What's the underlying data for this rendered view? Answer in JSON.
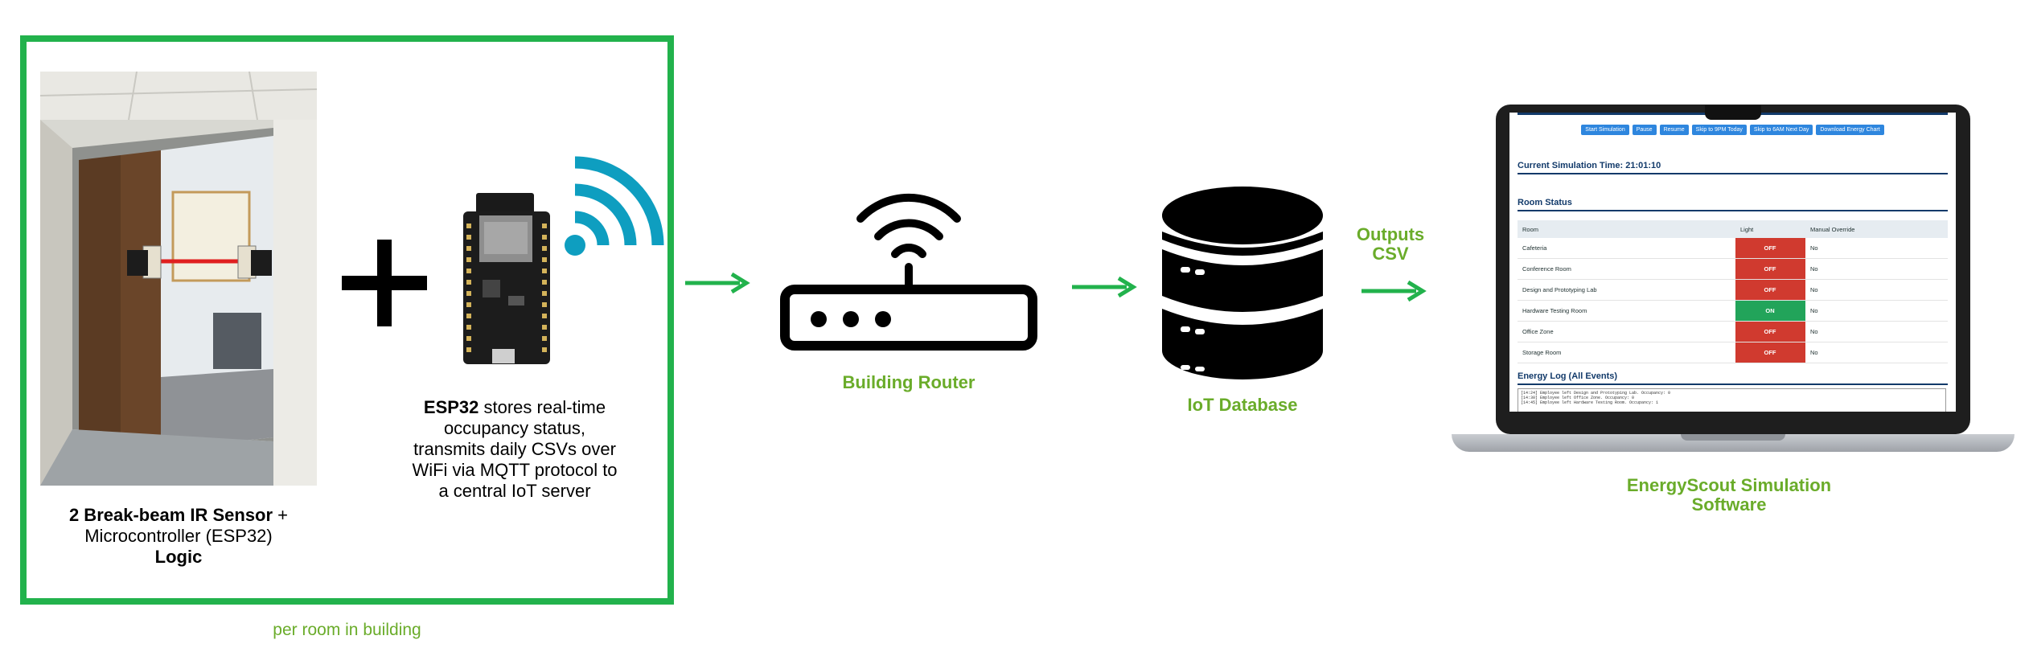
{
  "sensor_caption": {
    "line1_bold": "2 Break-beam IR Sensor",
    "line1_rest": " +",
    "line2": "Microcontroller (ESP32)",
    "line3": "Logic"
  },
  "esp32_caption": {
    "bold": "ESP32",
    "rest": " stores real-time",
    "line2": "occupancy status,",
    "line3": "transmits daily CSVs over",
    "line4": "WiFi via MQTT protocol to",
    "line5": "a central IoT server"
  },
  "box_label": "per room in building",
  "router_label": "Building Router",
  "database_label": "IoT Database",
  "outputs_label": {
    "line1": "Outputs",
    "line2": "CSV"
  },
  "software_label": {
    "line1": "EnergyScout Simulation",
    "line2": "Software"
  },
  "colors": {
    "green": "#22b24c",
    "caption_green": "#6aac2a",
    "wifi_blue": "#0e9ec0",
    "off_red": "#d03a2f",
    "on_green": "#22a45a"
  },
  "screen": {
    "buttons": [
      "Start Simulation",
      "Pause",
      "Resume",
      "Skip to 9PM Today",
      "Skip to 6AM Next Day",
      "Download Energy Chart"
    ],
    "sim_time_label": "Current Simulation Time: 21:01:10",
    "room_status_heading": "Room Status",
    "table_headers": [
      "Room",
      "Light",
      "Manual Override"
    ],
    "rooms": [
      {
        "room": "Cafeteria",
        "light": "OFF",
        "override": "No"
      },
      {
        "room": "Conference Room",
        "light": "OFF",
        "override": "No"
      },
      {
        "room": "Design and Prototyping Lab",
        "light": "OFF",
        "override": "No"
      },
      {
        "room": "Hardware Testing Room",
        "light": "ON",
        "override": "No"
      },
      {
        "room": "Office Zone",
        "light": "OFF",
        "override": "No"
      },
      {
        "room": "Storage Room",
        "light": "OFF",
        "override": "No"
      }
    ],
    "energy_log_heading": "Energy Log (All Events)",
    "log_lines": [
      "[14:24] Employee left Design and Prototyping Lab. Occupancy: 0",
      "[14:30] Employee left Office Zone. Occupancy: 0",
      "[14:45] Employee left Hardware Testing Room. Occupancy: 1"
    ]
  }
}
